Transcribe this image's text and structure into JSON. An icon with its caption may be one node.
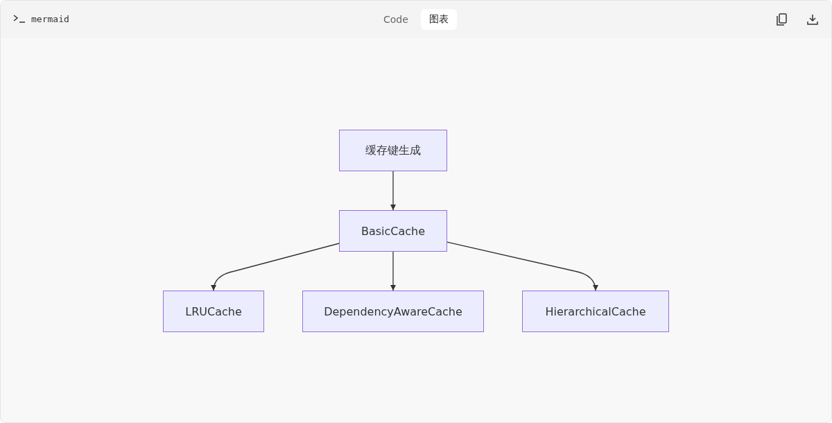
{
  "diagram": {
    "nodes": [
      {
        "text": [
          "缓存键生成"
        ]
      },
      {
        "text": [
          "BasicCache"
        ]
      },
      {
        "text": [
          "LRUCache"
        ]
      },
      {
        "text": [
          "DependencyAwareCache"
        ]
      },
      {
        "text": [
          "HierarchicalCache"
        ]
      }
    ],
    "edges": [
      {
        "from": 0,
        "to": 1,
        "arrow": "to"
      },
      {
        "from": 1,
        "to": 2,
        "arrow": "to"
      },
      {
        "from": 1,
        "to": 3,
        "arrow": "to"
      },
      {
        "from": 1,
        "to": 4,
        "arrow": "to"
      }
    ],
    "labels": [
      "mermaid",
      "Code",
      "图表"
    ]
  }
}
